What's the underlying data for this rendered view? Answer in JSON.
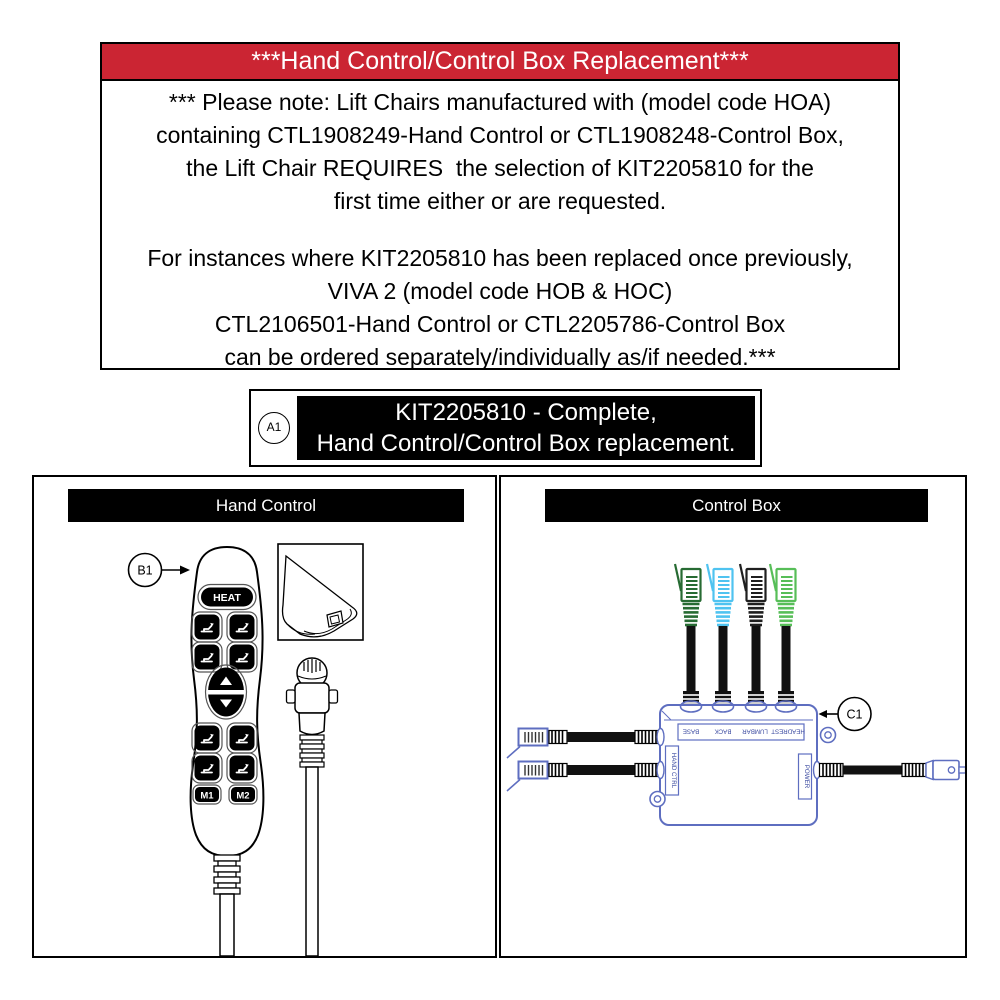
{
  "colors": {
    "banner_red": "#CB2533",
    "diagram_blue": "#5E6EC0",
    "cable_colors": [
      "#276B33",
      "#4FC3F0",
      "#1F1F1F",
      "#57BE58"
    ]
  },
  "notice": {
    "title": "***Hand Control/Control Box Replacement***",
    "para1": [
      "*** Please note: Lift Chairs manufactured with (model code HOA)",
      "containing CTL1908249-Hand Control or CTL1908248-Control Box,",
      "the Lift Chair REQUIRES  the selection of KIT2205810 for the",
      "first time either or are requested."
    ],
    "para2": [
      "For instances where KIT2205810 has been replaced once previously,",
      "VIVA 2 (model code HOB & HOC)",
      "CTL2106501-Hand Control or CTL2205786-Control Box",
      "can be ordered separately/individually as/if needed.***"
    ]
  },
  "kit_label": {
    "ref": "A1",
    "line1": "KIT2205810 - Complete,",
    "line2": "Hand Control/Control Box replacement."
  },
  "hand_control_panel": {
    "title": "Hand Control",
    "ref": "B1",
    "heat_label": "HEAT",
    "m1_label": "M1",
    "m2_label": "M2"
  },
  "control_box_panel": {
    "title": "Control Box",
    "ref": "C1",
    "port_labels": [
      "BASE",
      "BACK",
      "LUMBAR",
      "HEADREST"
    ],
    "left_label": "HAND CTRL",
    "right_label": "POWER"
  }
}
